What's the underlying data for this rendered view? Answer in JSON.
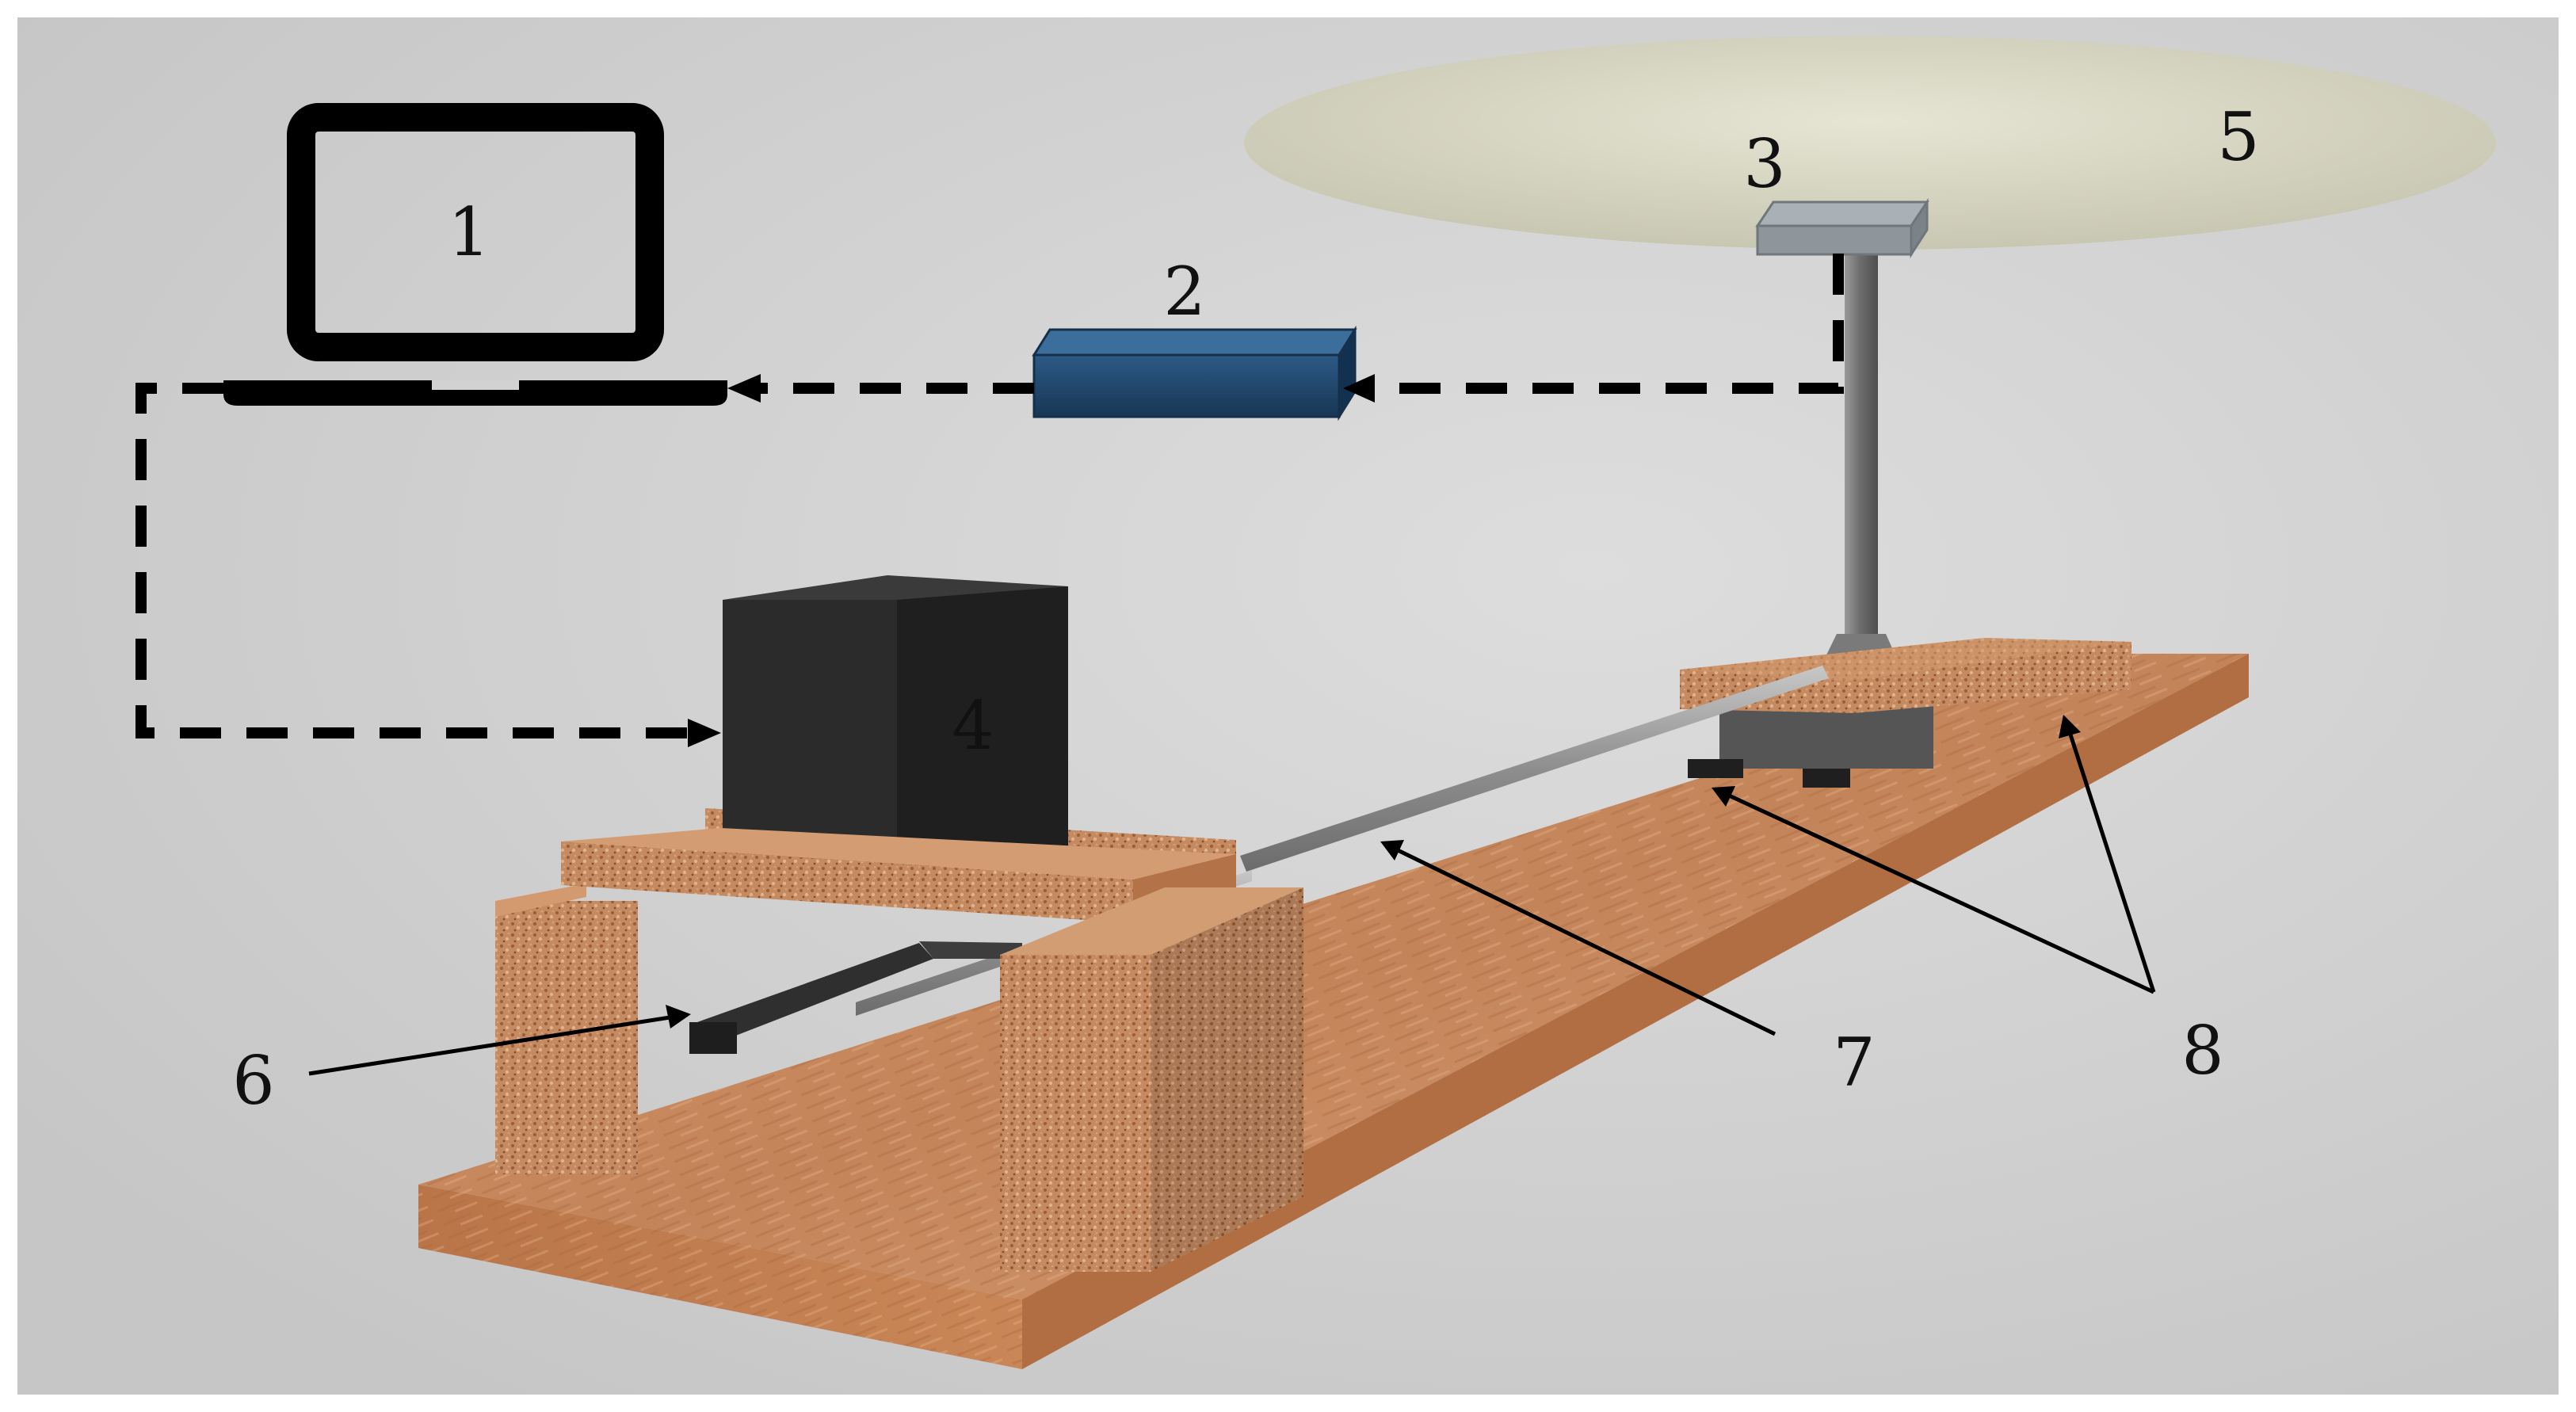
{
  "labels": {
    "laptop": "1",
    "receiver": "2",
    "sensor": "3",
    "motor": "4",
    "model": "5",
    "crank": "6",
    "rod": "7",
    "rails": "8"
  },
  "colors": {
    "background": "#d3d3d3",
    "wood": "#c98a5c",
    "cork": "#c58a62",
    "motor": "#2b2b2b",
    "receiver": "#244a70",
    "sensor": "#8e969c",
    "model": "#dcdbc9",
    "line": "#000000"
  },
  "icons": {
    "laptop": "laptop-icon"
  }
}
